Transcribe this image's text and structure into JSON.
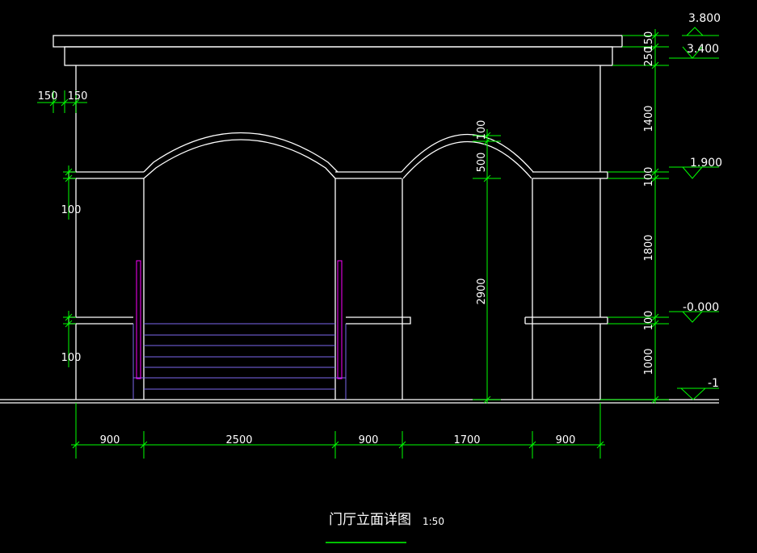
{
  "drawing": {
    "title": "门厅立面详图",
    "scale": "1:50"
  },
  "dimensions": {
    "bottom": [
      "900",
      "2500",
      "900",
      "1700",
      "900"
    ],
    "right": [
      "150",
      "250",
      "1400",
      "100",
      "1800",
      "100",
      "1000"
    ],
    "inner_height": "2900",
    "inner_arch": "500",
    "inner_arch_top": "100",
    "left_top": [
      "150",
      "150"
    ],
    "left_band_upper": "100",
    "left_band_lower": "100"
  },
  "levels": [
    "3.800",
    "3.400",
    "1.900",
    "-0.000",
    "-1"
  ],
  "colors": {
    "background": "#000000",
    "outline": "#ffffff",
    "dimension": "#00ff00",
    "stairs": "#7b68ee",
    "railing": "#ff00ff"
  }
}
